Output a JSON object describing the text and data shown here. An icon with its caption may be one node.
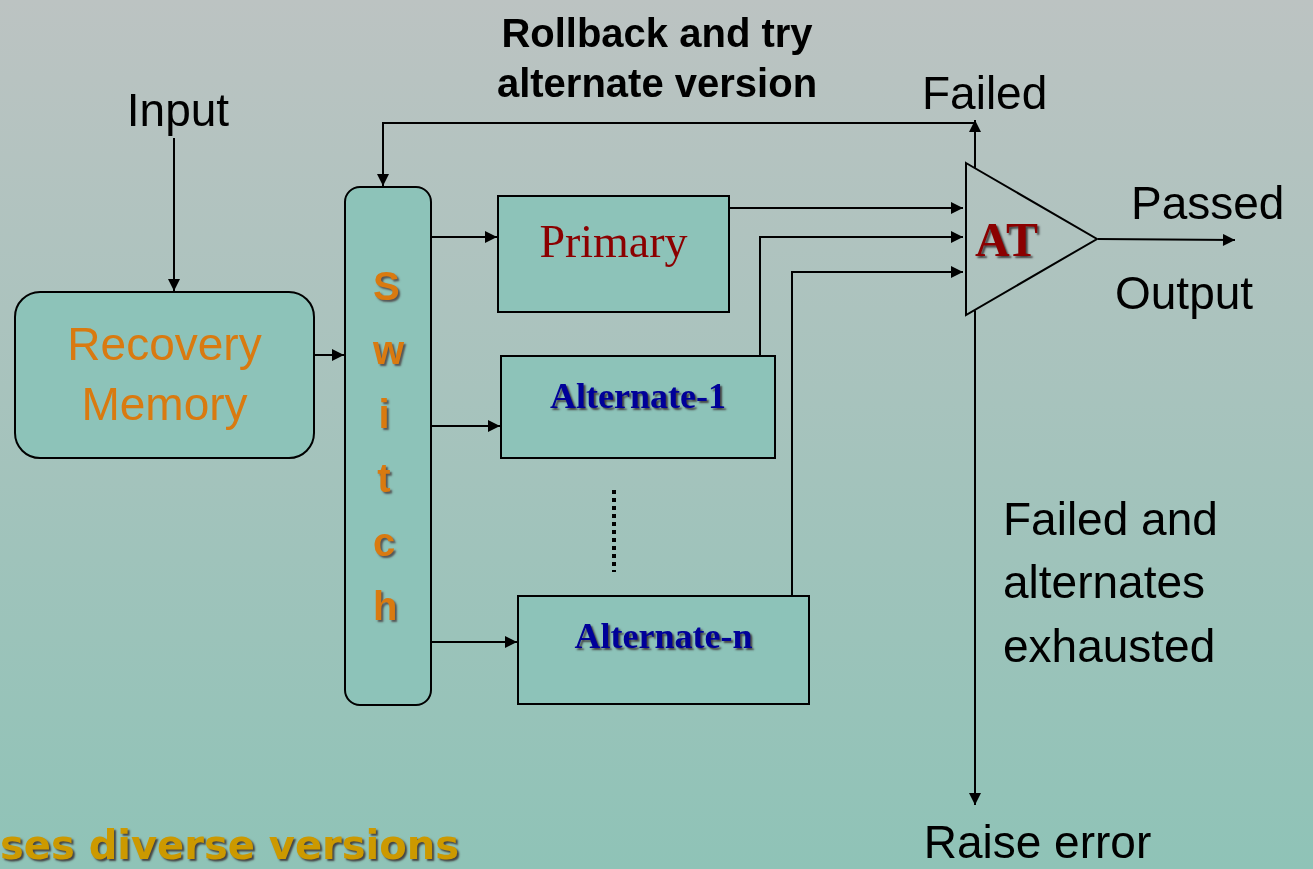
{
  "diagram": {
    "nodes": [
      {
        "text": [
          "Input"
        ]
      },
      {
        "text": [
          "Recovery Memory"
        ]
      },
      {
        "text": [
          "Switch"
        ]
      },
      {
        "text": [
          "Primary"
        ]
      },
      {
        "text": [
          "Alternate-1"
        ]
      },
      {
        "text": [
          "Alternate-n"
        ]
      },
      {
        "text": [
          "AT"
        ]
      },
      {
        "text": [
          "Raise error"
        ]
      }
    ],
    "edges": [
      {
        "from": 0,
        "to": 1,
        "arrow": "to"
      },
      {
        "from": 1,
        "to": 2,
        "arrow": "to"
      },
      {
        "from": 2,
        "to": 3,
        "arrow": "to"
      },
      {
        "from": 2,
        "to": 4,
        "arrow": "to"
      },
      {
        "from": 2,
        "to": 5,
        "arrow": "to"
      },
      {
        "from": 3,
        "to": 6,
        "arrow": "to"
      },
      {
        "from": 4,
        "to": 6,
        "arrow": "to"
      },
      {
        "from": 5,
        "to": 6,
        "arrow": "to"
      },
      {
        "from": 6,
        "to": null,
        "arrow": "to",
        "label": "Failed"
      },
      {
        "from": 6,
        "to": 2,
        "arrow": "to",
        "label": "Rollback and try alternate version"
      },
      {
        "from": 6,
        "to": null,
        "arrow": "to",
        "label": "Passed"
      },
      {
        "from": 6,
        "to": 7,
        "arrow": "to",
        "label": "Failed and alternates exhausted"
      }
    ],
    "labels": [
      "Output",
      "ses diverse versions"
    ]
  }
}
